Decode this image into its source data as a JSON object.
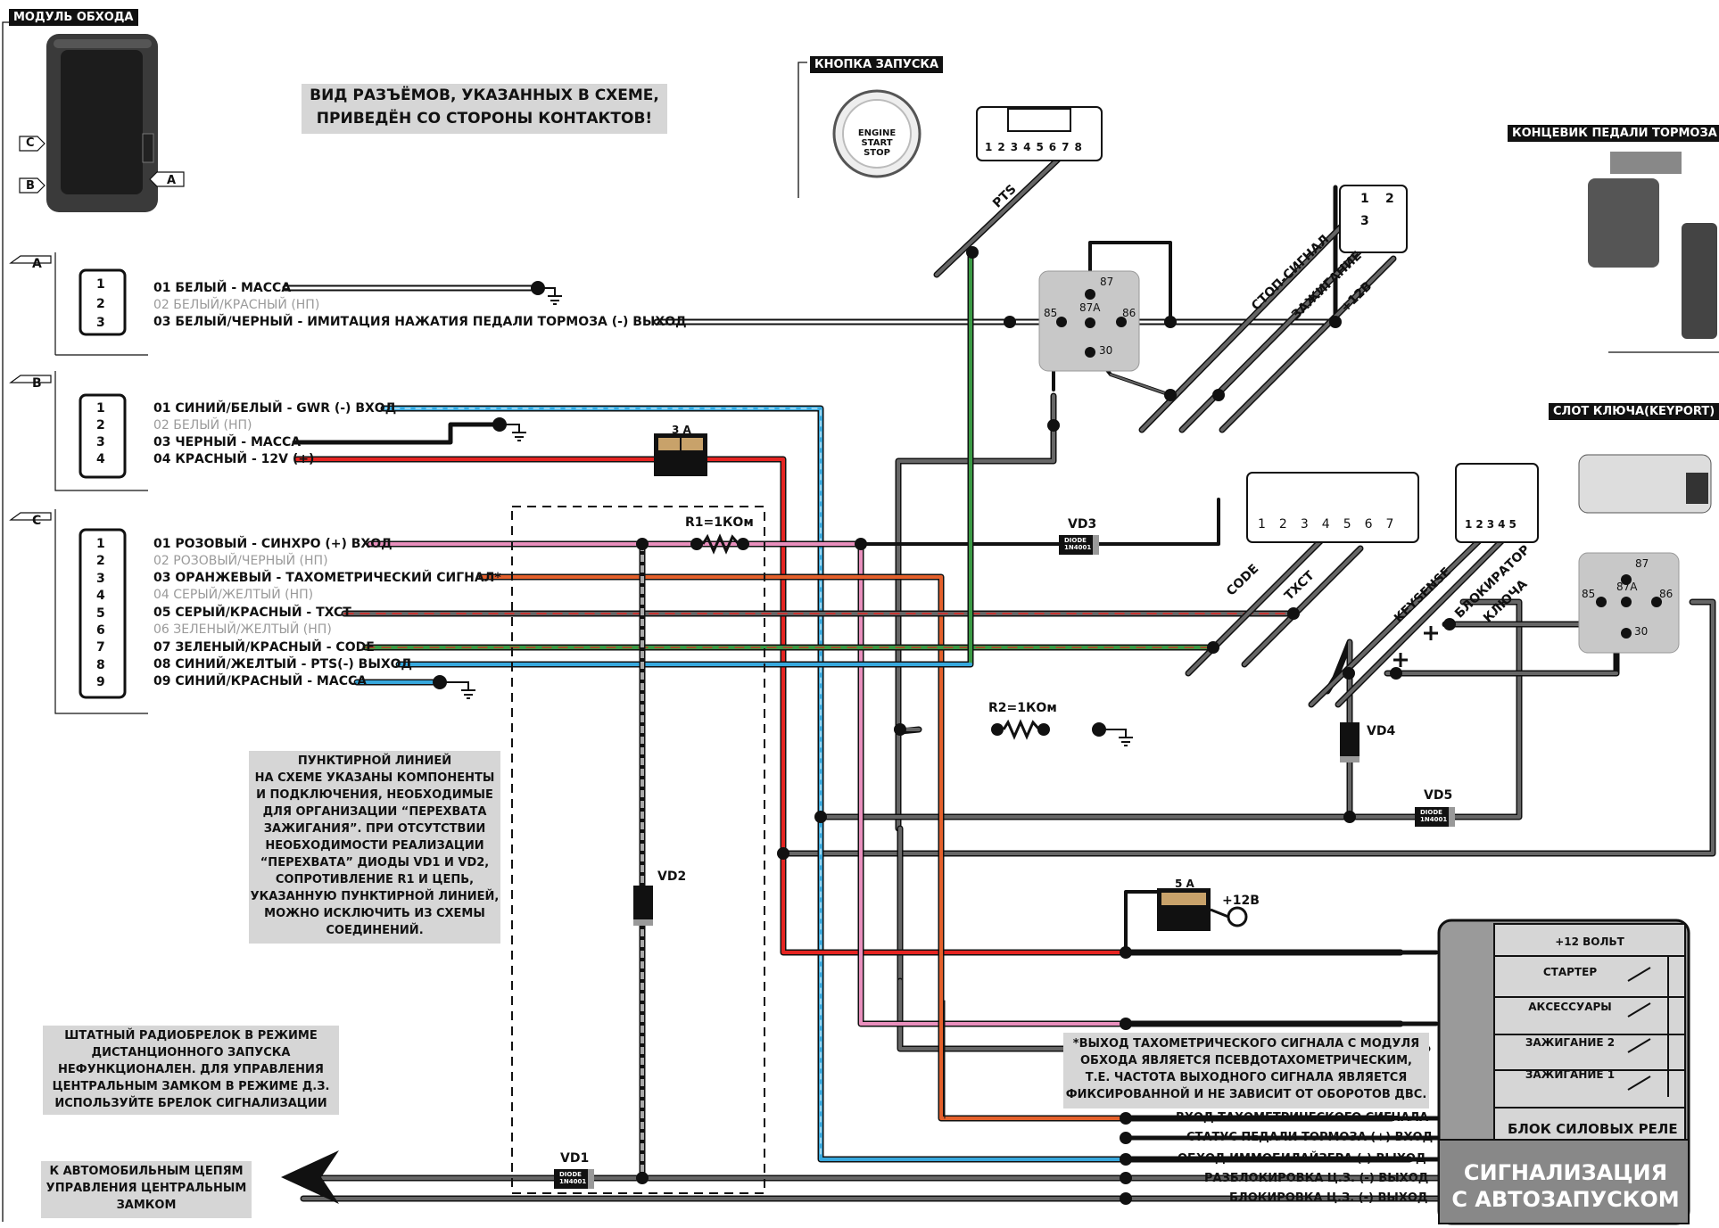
{
  "module": {
    "title": "МОДУЛЬ ОБХОДА",
    "a": "A",
    "b": "B",
    "c": "C"
  },
  "note_view": [
    "ВИД РАЗЪЁМОВ, УКАЗАННЫХ В СХЕМЕ,",
    "ПРИВЕДЁН СО СТОРОНЫ КОНТАКТОВ!"
  ],
  "connA": {
    "label": "A",
    "pins": [
      "1",
      "2",
      "3"
    ],
    "wires": [
      "01 БЕЛЫЙ - МАССА",
      "02 БЕЛЫЙ/КРАСНЫЙ (НП)",
      "03 БЕЛЫЙ/ЧЕРНЫЙ - ИМИТАЦИЯ НАЖАТИЯ ПЕДАЛИ ТОРМОЗА (-) ВЫХОД"
    ]
  },
  "connB": {
    "label": "B",
    "pins": [
      "1",
      "2",
      "3",
      "4"
    ],
    "wires": [
      "01 СИНИЙ/БЕЛЫЙ - GWR (-) ВХОД",
      "02 БЕЛЫЙ (НП)",
      "03 ЧЕРНЫЙ - МАССА",
      "04 КРАСНЫЙ - 12V (+)"
    ]
  },
  "connC": {
    "label": "C",
    "pins": [
      "1",
      "2",
      "3",
      "4",
      "5",
      "6",
      "7",
      "8",
      "9"
    ],
    "wires": [
      "01 РОЗОВЫЙ - СИНХРО (+) ВХОД",
      "02 РОЗОВЫЙ/ЧЕРНЫЙ (НП)",
      "03 ОРАНЖЕВЫЙ - ТАХОМЕТРИЧЕСКИЙ СИГНАЛ*",
      "04 СЕРЫЙ/ЖЕЛТЫЙ (НП)",
      "05 СЕРЫЙ/КРАСНЫЙ - TXCT",
      "06 ЗЕЛЕНЫЙ/ЖЕЛТЫЙ (НП)",
      "07 ЗЕЛЕНЫЙ/КРАСНЫЙ - CODE",
      "08 СИНИЙ/ЖЕЛТЫЙ - PTS(-) ВЫХОД",
      "09 СИНИЙ/КРАСНЫЙ - МАССА"
    ]
  },
  "start_button": {
    "tag": "КНОПКА ЗАПУСКА",
    "text": [
      "ENGINE",
      "START",
      "STOP"
    ]
  },
  "start_conn": {
    "pins": [
      "1",
      "2",
      "3",
      "4",
      "5",
      "6",
      "7",
      "8"
    ],
    "wire": "PTS"
  },
  "brake": {
    "tag": "КОНЦЕВИК ПЕДАЛИ ТОРМОЗА",
    "pins": [
      "1",
      "2",
      "3"
    ],
    "wires": [
      "СТОП-СИГНАЛ",
      "ЗАЖИГАНИЕ",
      "+12В"
    ]
  },
  "relay": {
    "p87": "87",
    "p87a": "87A",
    "p85": "85",
    "p86": "86",
    "p30": "30"
  },
  "keyport": {
    "tag": "СЛОТ КЛЮЧА(KEYPORT)",
    "conn1_pins": [
      "1",
      "2",
      "3",
      "4",
      "5",
      "6",
      "7"
    ],
    "conn2_pins": [
      "1",
      "2",
      "3",
      "4",
      "5"
    ],
    "wires": [
      "CODE",
      "TXCT",
      "KEYSENSE",
      "БЛОКИРАТОР",
      "КЛЮЧА"
    ]
  },
  "parts": {
    "fuse3": "3 A",
    "fuse5": "5 A",
    "r1": "R1=1КОм",
    "r2": "R2=1КОм",
    "vd1": "VD1",
    "vd2": "VD2",
    "vd3": "VD3",
    "vd4": "VD4",
    "vd5": "VD5",
    "diode_a": "DIODE",
    "diode_b": "1N4001",
    "p12": "+12В"
  },
  "note_dashed": [
    "ПУНКТИРНОЙ ЛИНИЕЙ",
    "НА СХЕМЕ УКАЗАНЫ КОМПОНЕНТЫ",
    "И ПОДКЛЮЧЕНИЯ, НЕОБХОДИМЫЕ",
    "ДЛЯ ОРГАНИЗАЦИИ “ПЕРЕХВАТА",
    "ЗАЖИГАНИЯ”. ПРИ ОТСУТСТВИИ",
    "НЕОБХОДИМОСТИ РЕАЛИЗАЦИИ",
    "“ПЕРЕХВАТА” ДИОДЫ VD1 И VD2,",
    "СОПРОТИВЛЕНИЕ R1 И ЦЕПЬ,",
    "УКАЗАННУЮ ПУНКТИРНОЙ ЛИНИЕЙ,",
    "МОЖНО ИСКЛЮЧИТЬ ИЗ СХЕМЫ",
    "СОЕДИНЕНИЙ."
  ],
  "note_warn": [
    "ШТАТНЫЙ РАДИОБРЕЛОК В РЕЖИМЕ",
    "ДИСТАНЦИОННОГО ЗАПУСКА",
    "НЕФУНКЦИОНАЛЕН. ДЛЯ УПРАВЛЕНИЯ",
    "ЦЕНТРАЛЬНЫМ ЗАМКОМ В РЕЖИМЕ Д.З.",
    "ИСПОЛЬЗУЙТЕ БРЕЛОК СИГНАЛИЗАЦИИ"
  ],
  "note_tacho": [
    "*ВЫХОД ТАХОМЕТРИЧЕСКОГО СИГНАЛА С МОДУЛЯ",
    "ОБХОДА ЯВЛЯЕТСЯ ПСЕВДОТАХОМЕТРИЧЕСКИМ,",
    "Т.Е. ЧАСТОТА ВЫХОДНОГО СИГНАЛА ЯВЛЯЕТСЯ",
    "ФИКСИРОВАННОЙ И НЕ ЗАВИСИТ ОТ ОБОРОТОВ ДВС."
  ],
  "note_lock": [
    "К АВТОМОБИЛЬНЫМ ЦЕПЯМ",
    "УПРАВЛЕНИЯ ЦЕНТРАЛЬНЫМ",
    "ЗАМКОМ"
  ],
  "alarm": {
    "title": [
      "СИГНАЛИЗАЦИЯ",
      "С АВТОЗАПУСКОМ"
    ],
    "relay_block": "БЛОК СИЛОВЫХ РЕЛЕ",
    "relays": [
      "+12 ВОЛЬТ",
      "СТАРТЕР",
      "АКСЕССУАРЫ",
      "ЗАЖИГАНИЕ 2",
      "ЗАЖИГАНИЕ 1"
    ],
    "inputs": [
      "ВХОД ТАХОМЕТРИЧЕСКОГО СИГНАЛА",
      "СТАТУС ПЕДАЛИ ТОРМОЗА (+) ВХОД",
      "ОБХОД ИММОБИЛАЙЗЕРА (-) ВЫХОД",
      "РАЗБЛОКИРОВКА Ц.З. (-) ВЫХОД",
      "БЛОКИРОВКА Ц.З. (-) ВЫХОД"
    ]
  },
  "colors": {
    "white": "#ffffff",
    "black": "#111111",
    "red": "#e52421",
    "blue": "#37a8dd",
    "pink": "#e98fbd",
    "orange": "#e4602b",
    "green": "#3a9a44",
    "gray": "#5a5a5a",
    "note": "#d6d6d6"
  }
}
